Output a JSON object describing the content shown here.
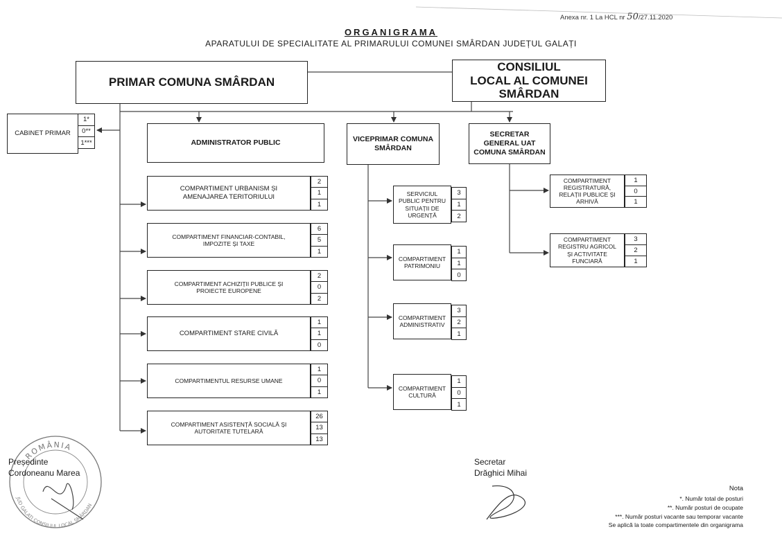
{
  "header": {
    "annex": "Anexa nr. 1 La HCL nr",
    "annex_num": "50",
    "annex_date": "/27.11.2020",
    "title": "ORGANIGRAMA",
    "subtitle": "APARATULUI DE SPECIALITATE AL PRIMARULUI COMUNEI SMÂRDAN JUDEȚUL GALAȚI"
  },
  "top": {
    "mayor": "PRIMAR COMUNA SMÂRDAN",
    "council": "CONSILIUL\nLOCAL AL COMUNEI\nSMÂRDAN"
  },
  "cabinet": {
    "label": "CABINET PRIMAR",
    "counts": [
      "1*",
      "0**",
      "1***"
    ]
  },
  "administrator": {
    "label": "ADMINISTRATOR PUBLIC"
  },
  "vice": {
    "label": "VICEPRIMAR COMUNA\nSMÂRDAN"
  },
  "secretary": {
    "label": "SECRETAR\nGENERAL UAT\nCOMUNA SMÂRDAN"
  },
  "left_departments": [
    {
      "label": "COMPARTIMENT URBANISM ȘI\nAMENAJAREA TERITORIULUI",
      "counts": [
        "2",
        "1",
        "1"
      ]
    },
    {
      "label": "COMPARTIMENT FINANCIAR-CONTABIL,\nIMPOZITE ȘI TAXE",
      "counts": [
        "6",
        "5",
        "1"
      ]
    },
    {
      "label": "COMPARTIMENT ACHIZIȚII PUBLICE ȘI\nPROIECTE EUROPENE",
      "counts": [
        "2",
        "0",
        "2"
      ]
    },
    {
      "label": "COMPARTIMENT STARE CIVILĂ",
      "counts": [
        "1",
        "1",
        "0"
      ]
    },
    {
      "label": "COMPARTIMENTUL RESURSE UMANE",
      "counts": [
        "1",
        "0",
        "1"
      ]
    },
    {
      "label": "COMPARTIMENT ASISTENȚĂ SOCIALĂ ȘI\nAUTORITATE TUTELARĂ",
      "counts": [
        "26",
        "13",
        "13"
      ]
    }
  ],
  "mid_departments": [
    {
      "label": "SERVICIUL\nPUBLIC PENTRU\nSITUAȚII DE\nURGENȚĂ",
      "counts": [
        "3",
        "1",
        "2"
      ]
    },
    {
      "label": "COMPARTIMENT\nPATRIMONIU",
      "counts": [
        "1",
        "1",
        "0"
      ]
    },
    {
      "label": "COMPARTIMENT\nADMINISTRATIV",
      "counts": [
        "3",
        "2",
        "1"
      ]
    },
    {
      "label": "COMPARTIMENT\nCULTURĂ",
      "counts": [
        "1",
        "0",
        "1"
      ]
    }
  ],
  "right_departments": [
    {
      "label": "COMPARTIMENT\nREGISTRATURĂ,\nRELAȚII PUBLICE ȘI\nARHIVĂ",
      "counts": [
        "1",
        "0",
        "1"
      ]
    },
    {
      "label": "COMPARTIMENT\nREGISTRU AGRICOL\nȘI ACTIVITATE\nFUNCIARĂ",
      "counts": [
        "3",
        "2",
        "1"
      ]
    }
  ],
  "signatures": {
    "president_role": "Președinte",
    "president_name": "Cordoneanu Marea",
    "secretary_role": "Secretar",
    "secretary_name": "Drăghici Mihai"
  },
  "stamp": {
    "top_text": "ROMÂNIA",
    "bottom_text": "JUD GALAȚI CONSILIUL LOCAL SMÂRDAN"
  },
  "notes": {
    "title": "Nota",
    "n1": "*. Număr total de posturi",
    "n2": "**. Număr posturi de ocupate",
    "n3": "***. Număr posturi vacante sau temporar vacante",
    "n4": "Se aplică la toate compartimentele din organigrama"
  }
}
